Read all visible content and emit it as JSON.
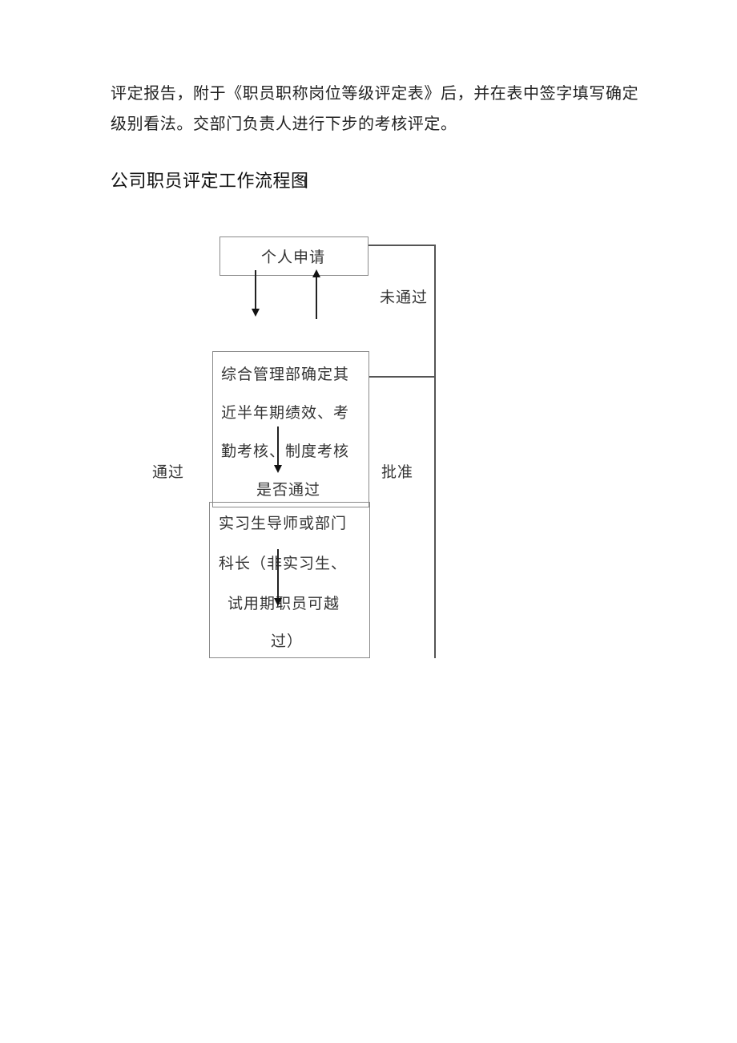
{
  "paragraph": {
    "line1": "评定报告，附于《职员职称岗位等级评定表》后，并在表中签字填写确定",
    "line2": "级别看法。交部门负责人进行下步的考核评定。"
  },
  "heading": "公司职员评定工作流程图",
  "flowchart": {
    "box1": {
      "text": "个人申请"
    },
    "box2": {
      "lines": [
        "综合管理部确定其",
        "近半年期绩效、考",
        "勤考核、制度考核",
        "是否通过"
      ]
    },
    "box3": {
      "lines": [
        "实习生导师或部门",
        "科长（非实习生、",
        "试用期职员可越",
        "过）"
      ]
    },
    "labels": {
      "not_passed": "未通过",
      "passed": "通过",
      "approved": "批准"
    }
  }
}
